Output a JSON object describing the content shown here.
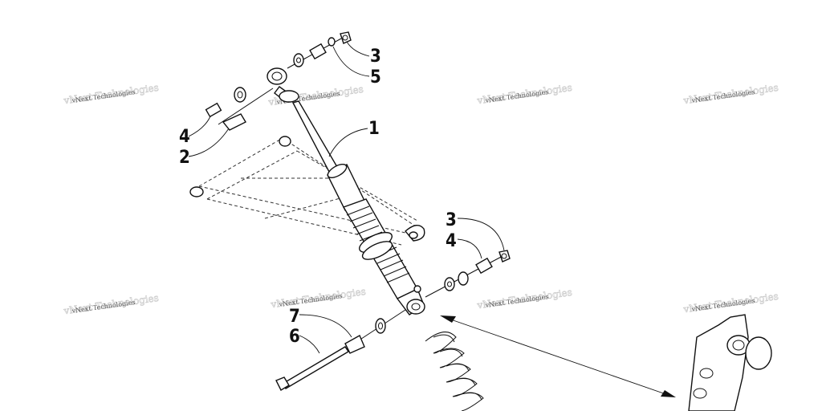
{
  "diagram": {
    "callouts": [
      {
        "id": "c1",
        "label": "1",
        "part": "shock-absorber"
      },
      {
        "id": "c2",
        "label": "2",
        "part": "bushing"
      },
      {
        "id": "c3a",
        "label": "3",
        "part": "lock-nut-upper"
      },
      {
        "id": "c3b",
        "label": "3",
        "part": "lock-nut-lower"
      },
      {
        "id": "c4a",
        "label": "4",
        "part": "sleeve-upper"
      },
      {
        "id": "c4b",
        "label": "4",
        "part": "sleeve-lower"
      },
      {
        "id": "c5",
        "label": "5",
        "part": "washer"
      },
      {
        "id": "c6",
        "label": "6",
        "part": "cap-screw"
      },
      {
        "id": "c7",
        "label": "7",
        "part": "spacer"
      }
    ],
    "watermark_text": "vNext Technologies"
  }
}
